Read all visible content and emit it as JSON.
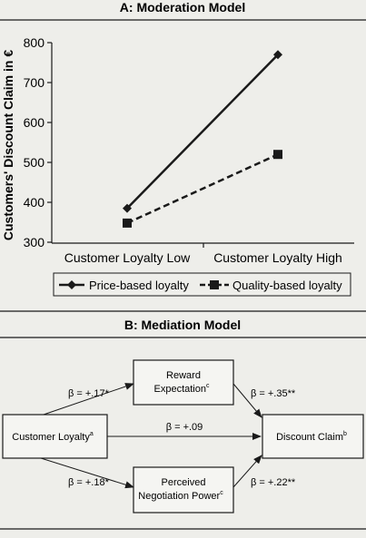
{
  "chart_data": [
    {
      "type": "line",
      "title": "A: Moderation Model",
      "ylabel": "Customers' Discount Claim in €",
      "xlabel": "",
      "categories": [
        "Customer Loyalty Low",
        "Customer Loyalty High"
      ],
      "ylim": [
        300,
        800
      ],
      "yticks": [
        300,
        400,
        500,
        600,
        700,
        800
      ],
      "grid": false,
      "legend_position": "bottom",
      "series": [
        {
          "name": "Price-based loyalty",
          "values": [
            385,
            770
          ],
          "line": "solid",
          "marker": "diamond"
        },
        {
          "name": "Quality-based loyalty",
          "values": [
            348,
            520
          ],
          "line": "dashed",
          "marker": "square"
        }
      ]
    },
    {
      "type": "diagram",
      "title": "B: Mediation Model",
      "nodes": {
        "loyalty": {
          "label": "Customer Loyalty",
          "sup": "a"
        },
        "reward": {
          "line1": "Reward",
          "line2": "Expectation",
          "sup": "c"
        },
        "negotiation": {
          "line1": "Perceived",
          "line2": "Negotiation Power",
          "sup": "c"
        },
        "claim": {
          "label": "Discount Claim",
          "sup": "b"
        }
      },
      "paths": {
        "loyalty_reward": "β = +.17*",
        "reward_claim": "β = +.35**",
        "loyalty_claim": "β = +.09",
        "loyalty_negotiation": "β = +.18*",
        "negotiation_claim": "β = +.22**"
      }
    }
  ]
}
